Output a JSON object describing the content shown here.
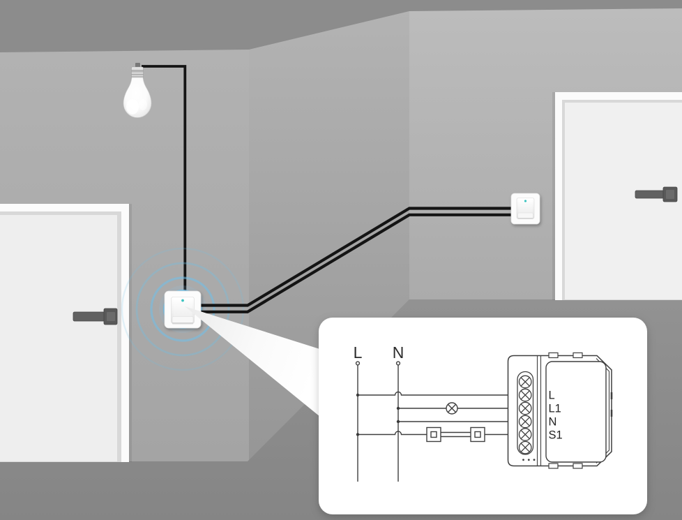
{
  "callout": {
    "supply": {
      "live_label": "L",
      "neutral_label": "N"
    },
    "module": {
      "terminal_labels": [
        "L",
        "L1",
        "N",
        "S1"
      ]
    }
  },
  "colors": {
    "ceiling": "#8c8c8c",
    "wall_left": "#ababab",
    "wall_middle": "#a4a4a4",
    "wall_right": "#b5b5b5",
    "floor": "#8d8d8d",
    "wire": "#141414",
    "diagram_stroke": "#3f3f3f",
    "signal_ring": "#6fc0e9",
    "led": "#3cc4c0",
    "callout_bg": "#ffffff"
  }
}
